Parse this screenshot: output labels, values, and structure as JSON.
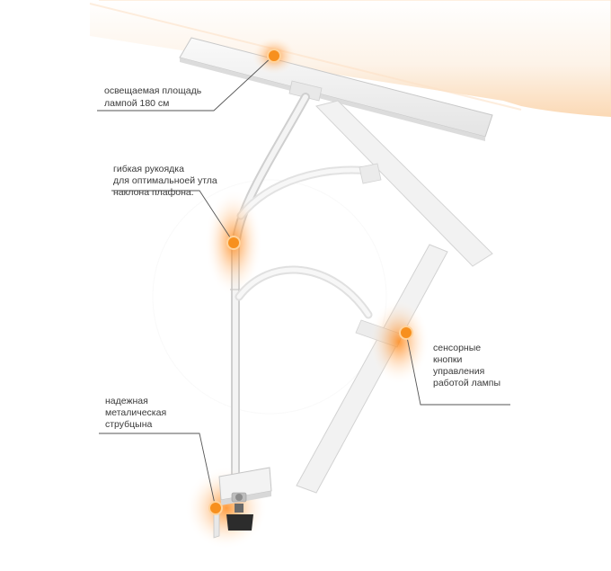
{
  "callouts": [
    {
      "id": "illuminated-area",
      "lines": [
        "освещаемая площадь",
        "лампой 180 см"
      ]
    },
    {
      "id": "flexible-arm",
      "lines": [
        "гибкая рукоядка",
        "для оптимальноей утла",
        "наклона плафона."
      ]
    },
    {
      "id": "touch-buttons",
      "lines": [
        "сенсорные",
        "кнопки",
        "управления",
        "работой лампы"
      ]
    },
    {
      "id": "metal-clamp",
      "lines": [
        "надежная",
        "металическая",
        "струбцына"
      ]
    }
  ],
  "colors": {
    "glow": "#ff8a1a",
    "marker": "#f7901e",
    "lamp_body": "#f0f0f0",
    "lamp_edge": "#c8c8c8",
    "leader_line": "#555555",
    "light_band": "#fde9d5"
  },
  "icons": [
    "hotspot-marker",
    "clamp-knob"
  ]
}
